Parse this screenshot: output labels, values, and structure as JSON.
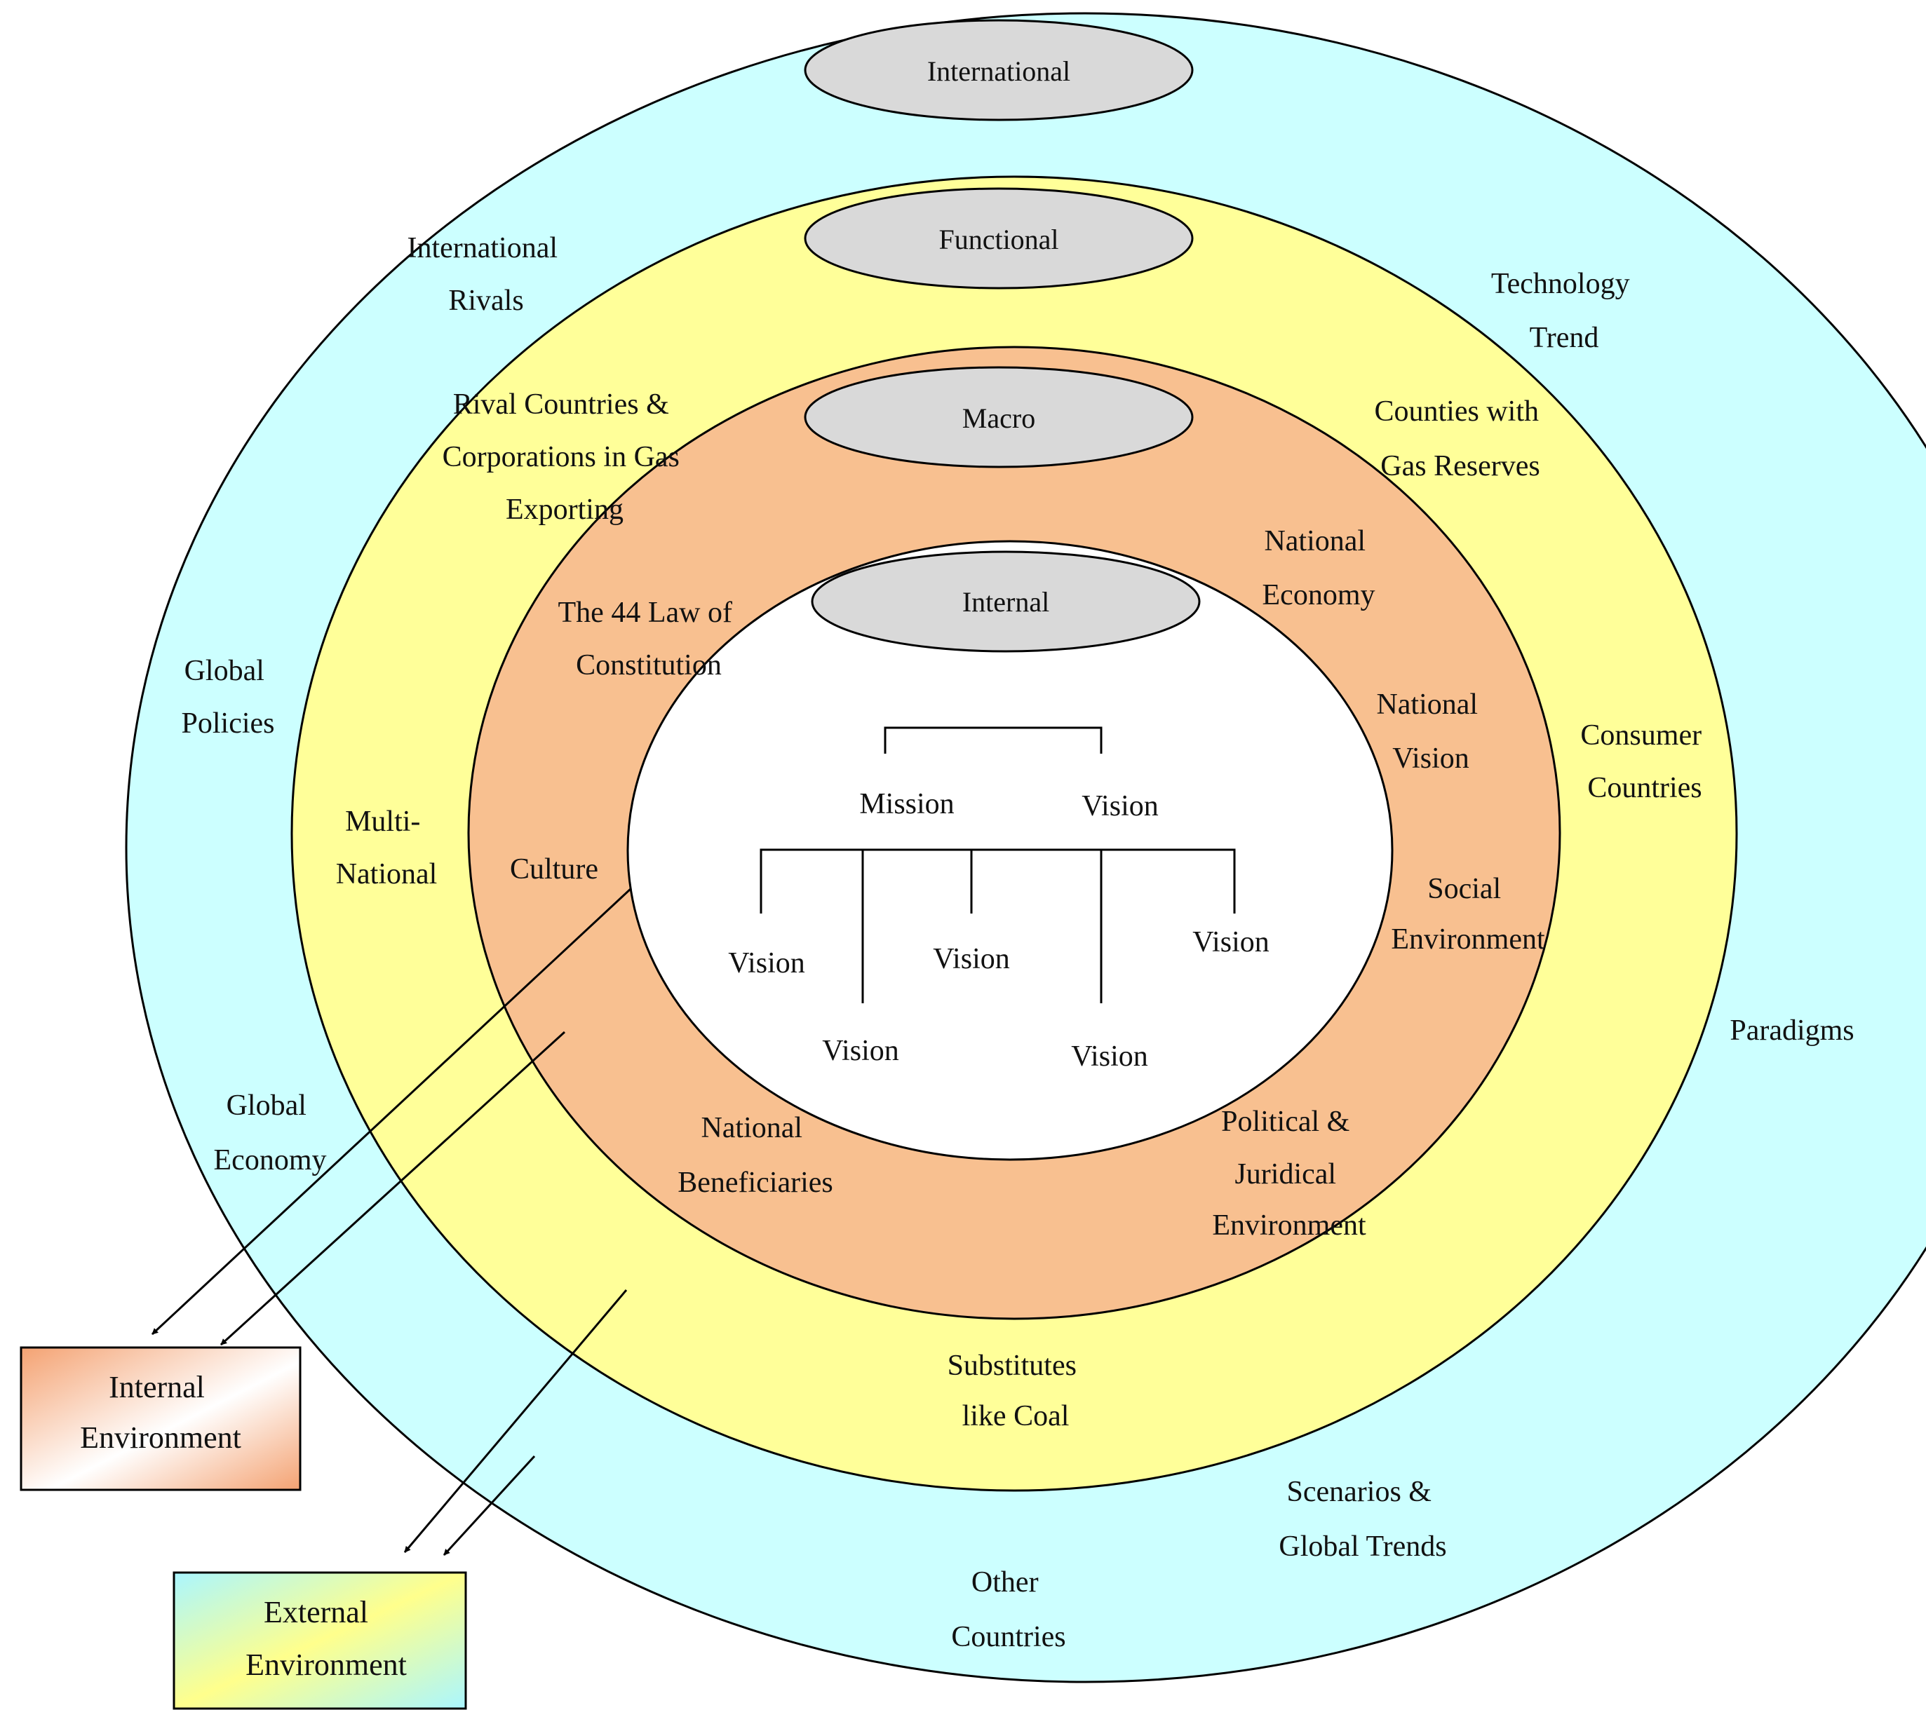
{
  "colors": {
    "outer_ring": "#ccffff",
    "functional_ring": "#ffff99",
    "macro_ring": "#f8c090",
    "core": "#ffffff",
    "level_oval": "#d9d9d9",
    "stroke": "#000000"
  },
  "levels": {
    "international": "International",
    "functional": "Functional",
    "macro": "Macro",
    "internal": "Internal"
  },
  "international_ring": {
    "international_rivals": [
      "International",
      "Rivals"
    ],
    "technology_trend": [
      "Technology",
      "Trend"
    ],
    "global_policies": [
      "Global",
      "Policies"
    ],
    "paradigms": "Paradigms",
    "global_economy": [
      "Global",
      "Economy"
    ],
    "scenarios": [
      "Scenarios &",
      "Global Trends"
    ],
    "other_countries": [
      "Other",
      "Countries"
    ]
  },
  "functional_ring": {
    "rival_countries": [
      "Rival Countries &",
      "Corporations in Gas",
      "Exporting"
    ],
    "gas_reserves": [
      "Counties with",
      "Gas Reserves"
    ],
    "consumer_countries": [
      "Consumer",
      "Countries"
    ],
    "multi_national": [
      "Multi-",
      "National"
    ],
    "substitutes": [
      "Substitutes",
      "like Coal"
    ]
  },
  "macro_ring": {
    "law_44": [
      "The 44 Law of",
      "Constitution"
    ],
    "national_economy": [
      "National",
      "Economy"
    ],
    "national_vision": [
      "National",
      "Vision"
    ],
    "culture": "Culture",
    "social_environment": [
      "Social",
      "Environment"
    ],
    "national_beneficiaries": [
      "National",
      "Beneficiaries"
    ],
    "political_juridical": [
      "Political &",
      "Juridical",
      "Environment"
    ]
  },
  "internal_core": {
    "mission": "Mission",
    "vision": "Vision",
    "sub_visions": [
      "Vision",
      "Vision",
      "Vision",
      "Vision",
      "Vision"
    ]
  },
  "legend": {
    "internal": [
      "Internal",
      "Environment"
    ],
    "external": [
      "External",
      "Environment"
    ]
  }
}
